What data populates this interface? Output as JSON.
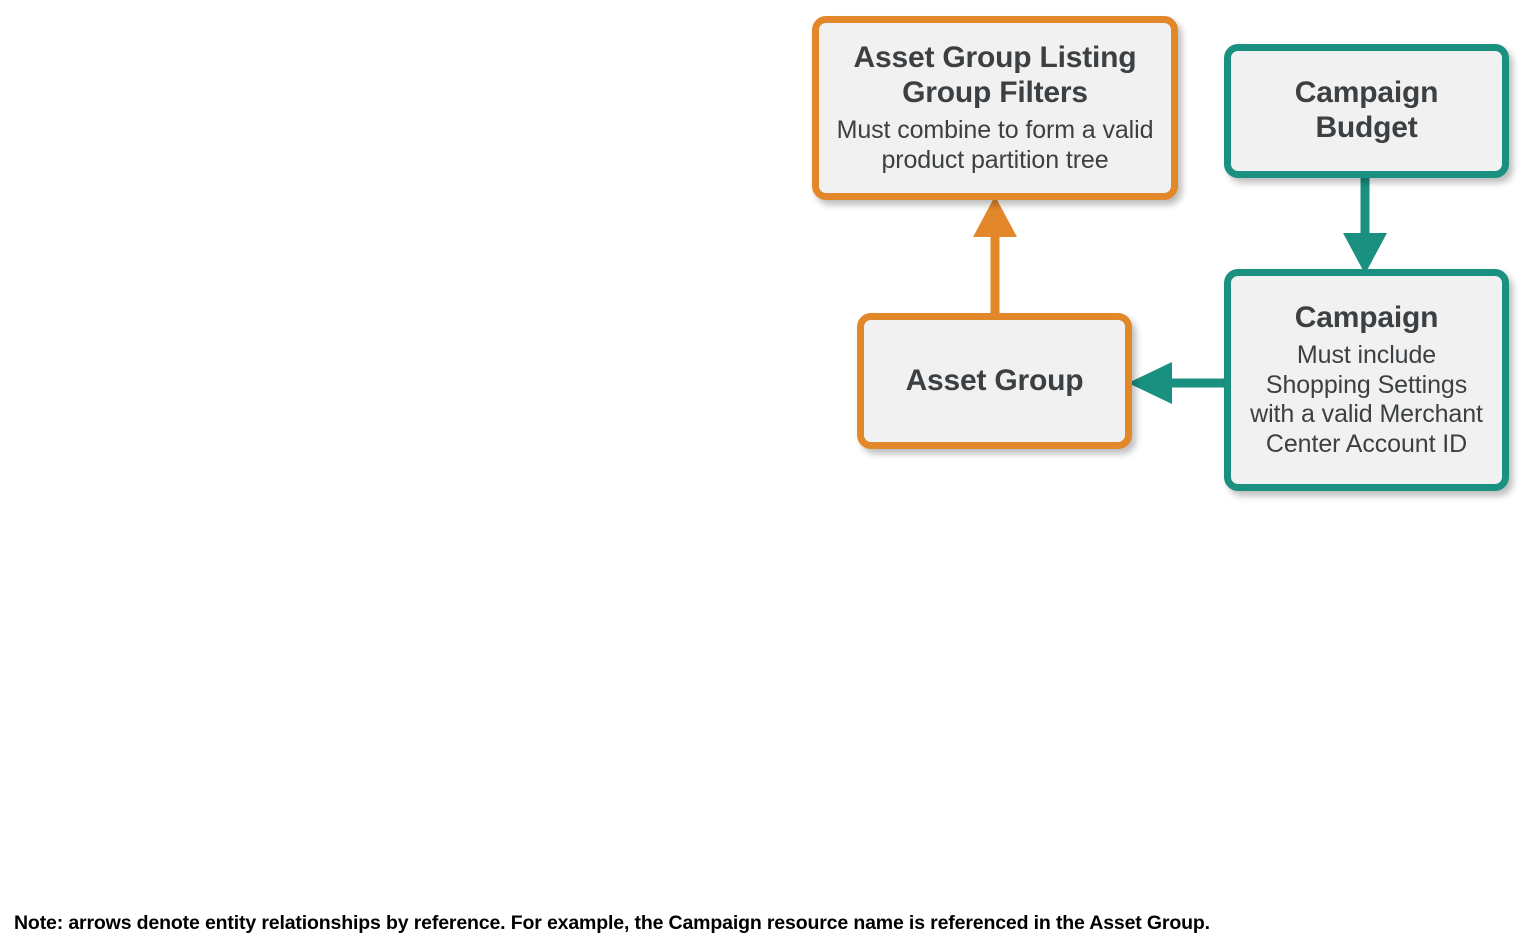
{
  "diagram": {
    "type": "entity-relationship",
    "background_color": "#ffffff",
    "colors": {
      "orange": "#E2882A",
      "teal": "#1A9080",
      "node_fill": "#f1f1f1",
      "text": "#3c4043",
      "note_text": "#000000"
    },
    "nodes": [
      {
        "id": "asset-group-listing-group-filters",
        "title": "Asset Group Listing Group Filters",
        "subtitle": "Must combine to form a valid product partition tree",
        "color": "orange"
      },
      {
        "id": "campaign-budget",
        "title": "Campaign Budget",
        "subtitle": "",
        "color": "teal"
      },
      {
        "id": "asset-group",
        "title": "Asset Group",
        "subtitle": "",
        "color": "orange"
      },
      {
        "id": "campaign",
        "title": "Campaign",
        "subtitle": "Must include Shopping Settings with a valid Merchant Center Account ID",
        "color": "teal"
      }
    ],
    "edges": [
      {
        "id": "asset-group-to-listing-group-filters",
        "from": "asset-group",
        "to": "asset-group-listing-group-filters",
        "direction": "up",
        "color": "orange"
      },
      {
        "id": "campaign-budget-to-campaign",
        "from": "campaign-budget",
        "to": "campaign",
        "direction": "down",
        "color": "teal"
      },
      {
        "id": "campaign-to-asset-group",
        "from": "campaign",
        "to": "asset-group",
        "direction": "left",
        "color": "teal"
      }
    ],
    "note": "Note: arrows denote entity relationships by reference. For example, the Campaign resource name is referenced in the Asset Group."
  }
}
